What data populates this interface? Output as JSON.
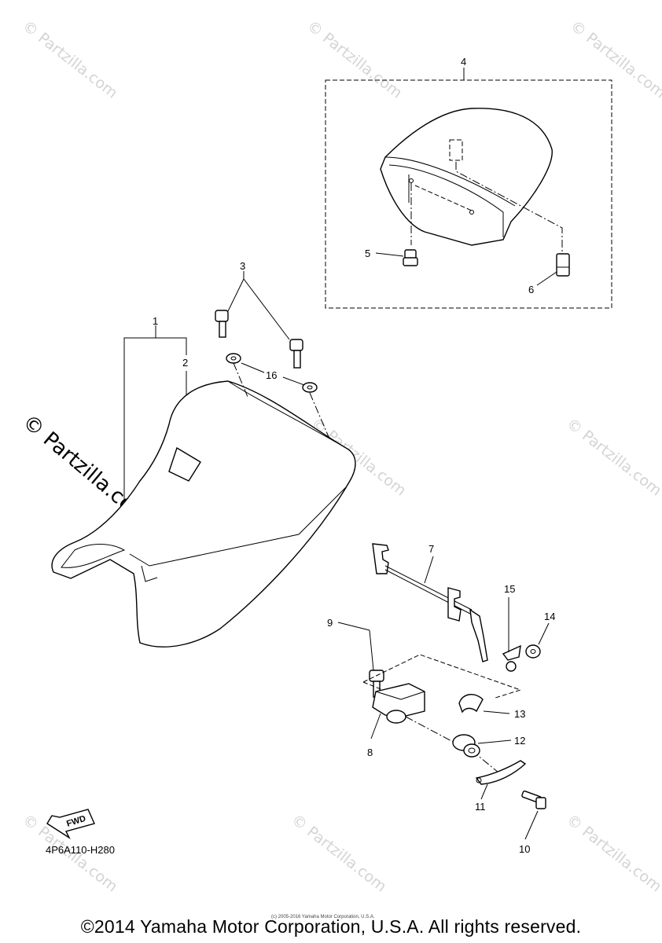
{
  "watermark": {
    "text": "© Partzilla.com"
  },
  "main_watermark": {
    "text": "© Partzilla.com"
  },
  "callouts": {
    "c1": "1",
    "c2": "2",
    "c3": "3",
    "c4": "4",
    "c5": "5",
    "c6": "6",
    "c7": "7",
    "c8": "8",
    "c9": "9",
    "c10": "10",
    "c11": "11",
    "c12": "12",
    "c13": "13",
    "c14": "14",
    "c15": "15",
    "c16": "16"
  },
  "fwd_label": "FWD",
  "diagram_code": "4P6A110-H280",
  "tiny_copyright": "(c) 2005-2016 Yamaha Motor Corporation, U.S.A.",
  "copyright": "©2014 Yamaha Motor Corporation, U.S.A. All rights reserved."
}
